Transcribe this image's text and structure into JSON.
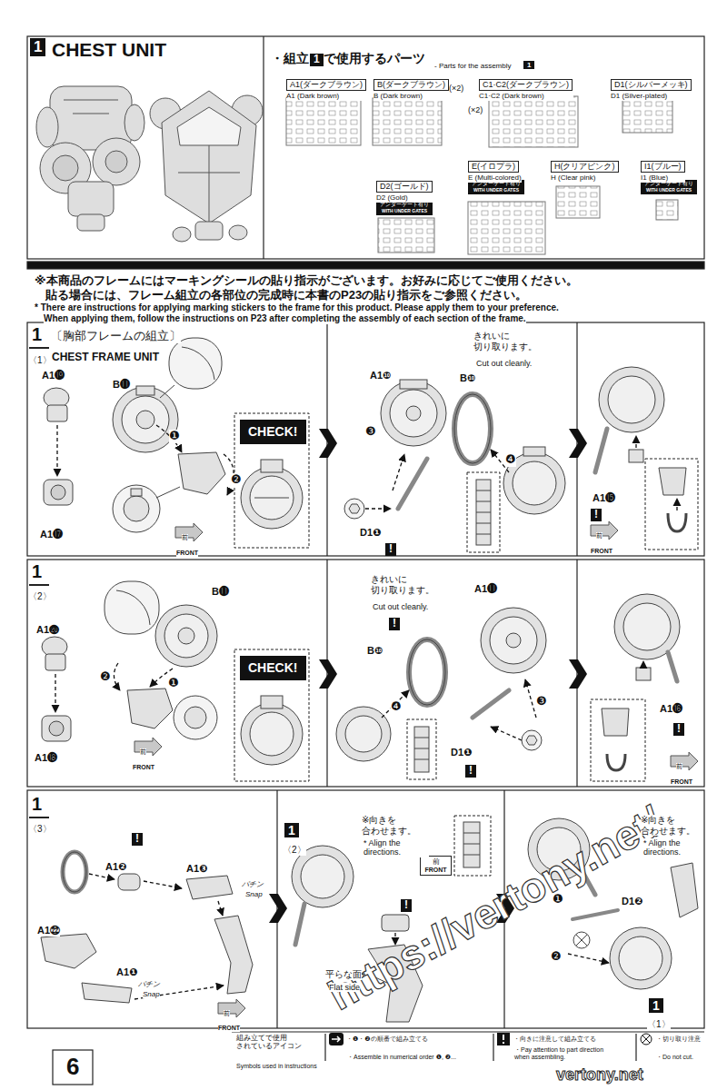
{
  "diagram": {
    "title": "CHEST UNIT",
    "nodes": [
      {
        "text": [
          "A1(ダークブラウン)",
          "A1 (Dark brown)"
        ]
      },
      {
        "text": [
          "B(ダークブラウン)",
          "B (Dark brown)"
        ]
      },
      {
        "text": [
          "C1·C2(ダークブラウン)",
          "C1·C2 (Dark brown)"
        ]
      },
      {
        "text": [
          "D1(シルバーメッキ)",
          "D1 (Silver-plated)"
        ]
      },
      {
        "text": [
          "D2(ゴールド)",
          "D2 (Gold)"
        ]
      },
      {
        "text": [
          "アンダーゲート有り",
          "WITH UNDER GATES"
        ]
      },
      {
        "text": [
          "E(イロプラ)",
          "E (Multi-colored)"
        ]
      },
      {
        "text": [
          "アンダーゲート有り",
          "WITH UNDER GATES"
        ]
      },
      {
        "text": [
          "H(クリアピンク)",
          "H (Clear pink)"
        ]
      },
      {
        "text": [
          "I1(ブルー)",
          "I1 (Blue)"
        ]
      },
      {
        "text": [
          "アンダーゲート有り",
          "WITH UNDER GATES"
        ]
      },
      {
        "text": [
          "CHECK!"
        ]
      },
      {
        "text": [
          "CHECK!"
        ]
      },
      {
        "text": [
          "前",
          "FRONT"
        ]
      }
    ],
    "labels": [
      "1",
      "・組立",
      "1",
      "で使用するパーツ",
      "- Parts for the assembly",
      "1",
      "(×2)",
      "(×2)",
      "※本商品のフレームにはマーキングシールの貼り指示がございます。お好みに応じてご使用ください。",
      "貼る場合には、フレーム組立の各部位の完成時に本書のP23の貼り指示をご参照ください。",
      "* There are instructions for applying marking stickers to the frame for this product. Please apply them to your preference.",
      "When applying them, follow the instructions on P23 after completing the assembly of each section of the frame.",
      "1",
      "〈1〉",
      "〔胸部フレームの組立〕",
      "CHEST FRAME UNIT",
      "A1⓳",
      "A1⓱",
      "B⓫",
      "❶",
      "❷",
      "前",
      "FRONT",
      "A1❿",
      "きれいに 切り取ります。",
      "Cut out cleanly.",
      "B❿",
      "❸",
      "❹",
      "D1❶",
      "!",
      "A1⓯",
      "!",
      "前",
      "FRONT",
      "1",
      "〈2〉",
      "A1⓴",
      "A1⓲",
      "B⓫",
      "❶",
      "❷",
      "前",
      "FRONT",
      "きれいに 切り取ります。",
      "Cut out cleanly.",
      "!",
      "A1⓫",
      "B❿",
      "❹",
      "❸",
      "D1❶",
      "!",
      "A1⓰",
      "!",
      "前",
      "FRONT",
      "1",
      "〈3〉",
      "!",
      "A1❷",
      "A1❸",
      "パチン",
      "Snap",
      "A1㉒",
      "A1❶",
      "パチン",
      "Snap",
      "前",
      "FRONT",
      "1",
      "〈2〉",
      "※向きを 合わせます。",
      "* Align the directions.",
      "!",
      "平らな面",
      "Flat side",
      "※向きを 合わせます。",
      "* Align the directions.",
      "❶",
      "D1❷",
      "❷",
      "1",
      "〈1〉",
      "6",
      "組み立てで使用 されているアイコン",
      "Symbols used in instructions",
      "・Assemble in numerical order ❶, ❷...",
      "・Pay attention to part direction when assembling.",
      "・Do not cut.",
      "https://vertony.net/",
      "vertony.net"
    ],
    "legend": [
      {
        "text": "・❶・❷の順番で組み立てる"
      },
      {
        "text": "・向きに注意して組み立てる"
      },
      {
        "text": "・切り取り注意"
      }
    ]
  }
}
